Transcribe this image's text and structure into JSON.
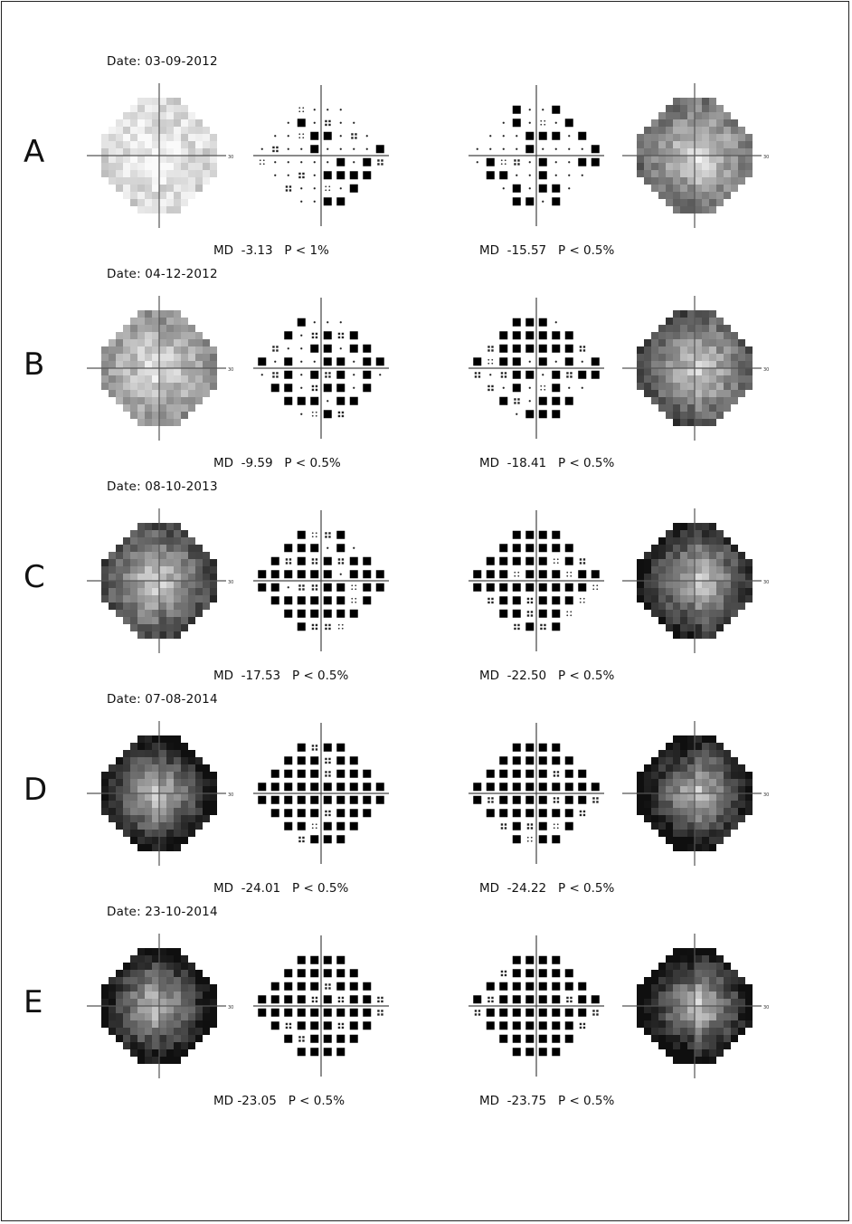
{
  "rows": [
    {
      "letter": "A",
      "date": "Date: 03-09-2012",
      "left_md": "MD  -3.13   P < 1%",
      "right_md": "MD  -15.57   P < 0.5%",
      "left_gray_level": 0.12,
      "right_gray_level": 0.45,
      "left_prob_fill": 0.15,
      "right_prob_fill": 0.5
    },
    {
      "letter": "B",
      "date": "Date: 04-12-2012",
      "left_md": "MD  -9.59   P < 0.5%",
      "right_md": "MD  -18.41   P < 0.5%",
      "left_gray_level": 0.35,
      "right_gray_level": 0.55,
      "left_prob_fill": 0.45,
      "right_prob_fill": 0.6
    },
    {
      "letter": "C",
      "date": "Date: 08-10-2013",
      "left_md": "MD  -17.53   P < 0.5%",
      "right_md": "MD  -22.50   P < 0.5%",
      "left_gray_level": 0.6,
      "right_gray_level": 0.7,
      "left_prob_fill": 0.7,
      "right_prob_fill": 0.85
    },
    {
      "letter": "D",
      "date": "Date: 07-08-2014",
      "left_md": "MD  -24.01   P < 0.5%",
      "right_md": "MD  -24.22   P < 0.5%",
      "left_gray_level": 0.78,
      "right_gray_level": 0.78,
      "left_prob_fill": 0.9,
      "right_prob_fill": 0.9
    },
    {
      "letter": "E",
      "date": "Date: 23-10-2014",
      "left_md": "MD -23.05   P < 0.5%",
      "right_md": "MD  -23.75   P < 0.5%",
      "left_gray_level": 0.8,
      "right_gray_level": 0.8,
      "left_prob_fill": 0.92,
      "right_prob_fill": 0.92
    }
  ],
  "axis_tick_label": "30"
}
